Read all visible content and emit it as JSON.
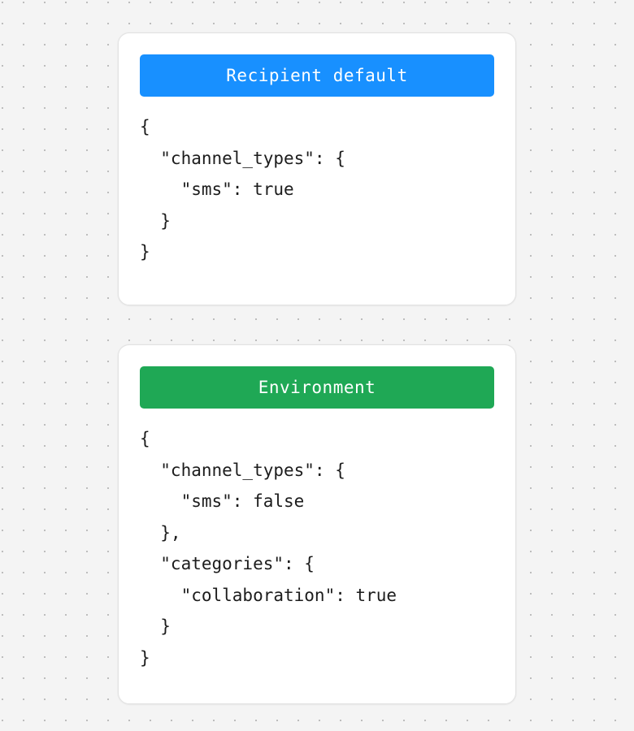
{
  "canvas": {
    "background_color": "#f4f4f4",
    "dot_color": "#bdbdbd"
  },
  "cards": [
    {
      "id": "recipient-default",
      "title": "Recipient default",
      "header_color": "#1890ff",
      "title_color": "#ffffff",
      "card_background": "#ffffff",
      "card_border_color": "#e2e2e2",
      "code": "{\n  \"channel_types\": {\n    \"sms\": true\n  }\n}"
    },
    {
      "id": "environment",
      "title": "Environment",
      "header_color": "#1fa855",
      "title_color": "#ffffff",
      "card_background": "#ffffff",
      "card_border_color": "#e2e2e2",
      "code": "{\n  \"channel_types\": {\n    \"sms\": false\n  },\n  \"categories\": {\n    \"collaboration\": true\n  }\n}"
    }
  ]
}
